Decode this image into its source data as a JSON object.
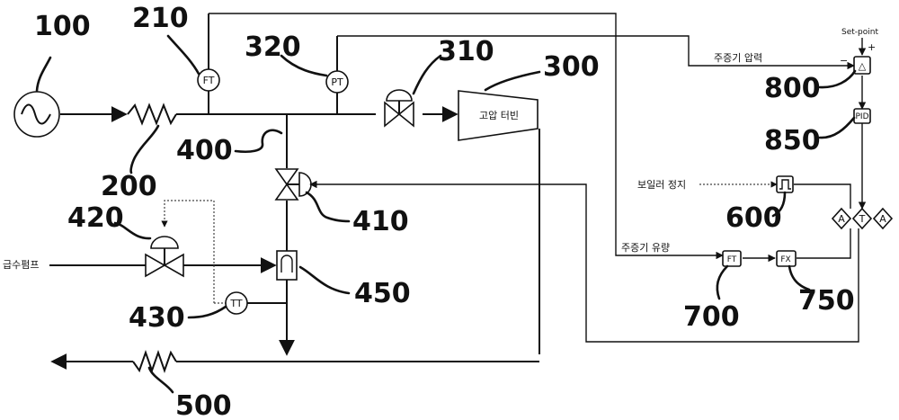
{
  "refs": {
    "r100": "100",
    "r210": "210",
    "r320": "320",
    "r310": "310",
    "r300": "300",
    "r200": "200",
    "r400": "400",
    "r410": "410",
    "r420": "420",
    "r450": "450",
    "r430": "430",
    "r500": "500",
    "r800": "800",
    "r850": "850",
    "r600": "600",
    "r700": "700",
    "r750": "750"
  },
  "instruments": {
    "ft": "FT",
    "pt": "PT",
    "tt": "TT",
    "pid": "PID",
    "fx": "FX",
    "delta": "△",
    "a_left": "A",
    "t_center": "T",
    "a_right": "A"
  },
  "labels": {
    "turbine": "고압 터빈",
    "feed_pump": "급수펌프",
    "setpoint": "Set-point",
    "plus": "+",
    "minus": "−",
    "main_steam_pressure": "주증기 압력",
    "boiler_stop": "보일러 정지",
    "main_steam_flow": "주증기 유량"
  }
}
